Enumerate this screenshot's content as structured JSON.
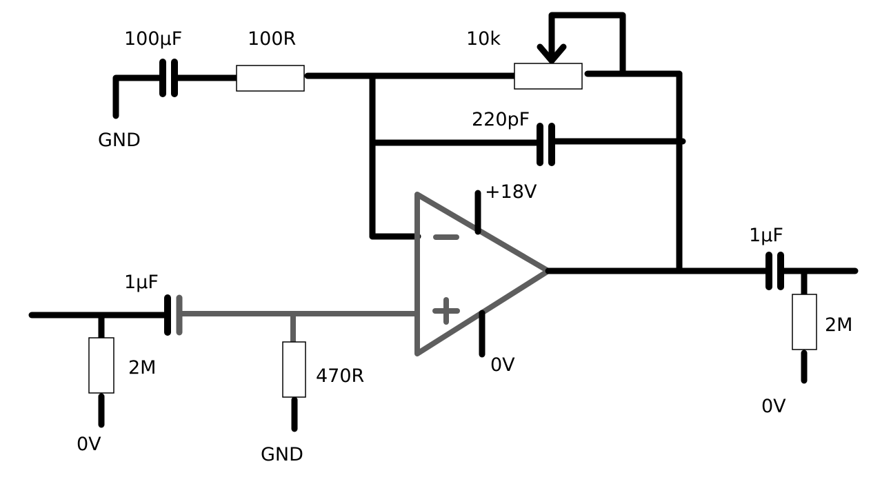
{
  "components": {
    "cap_100uf": {
      "label": "100µF"
    },
    "res_100r": {
      "label": "100R"
    },
    "pot_10k": {
      "label": "10k"
    },
    "cap_220pf": {
      "label": "220pF"
    },
    "cap_1uf_in": {
      "label": "1µF"
    },
    "res_2m_in": {
      "label": "2M"
    },
    "res_470r": {
      "label": "470R"
    },
    "cap_1uf_out": {
      "label": "1µF"
    },
    "res_2m_out": {
      "label": "2M"
    }
  },
  "nodes": {
    "gnd_top": "GND",
    "gnd_bottom": "GND",
    "zero_v_left": "0V",
    "zero_v_opamp": "0V",
    "zero_v_right": "0V",
    "supply_positive": "+18V"
  },
  "colors": {
    "wire": "#000000",
    "opamp": "#5e5e5e",
    "background": "#ffffff"
  }
}
